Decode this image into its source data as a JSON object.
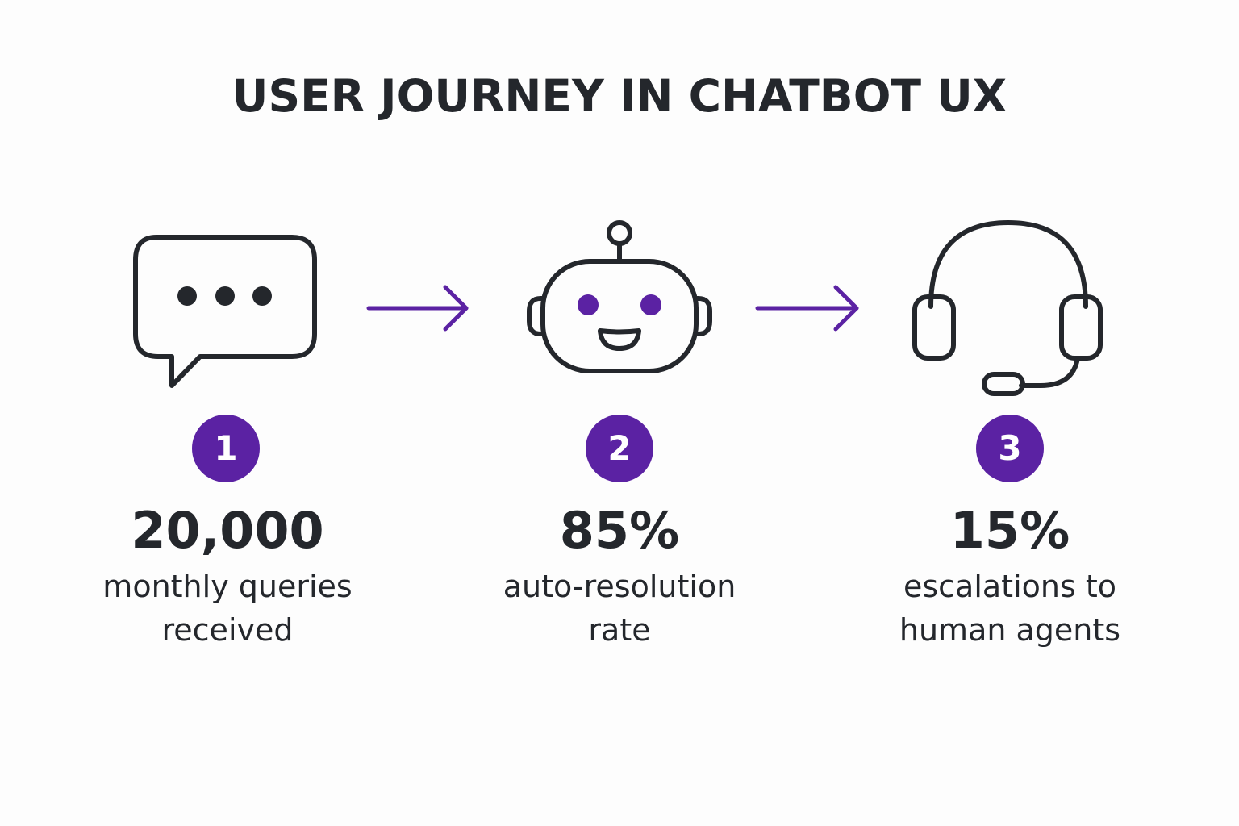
{
  "title": "USER JOURNEY IN CHATBOT UX",
  "accent_color": "#5b22a3",
  "icon_color": "#24272c",
  "steps": [
    {
      "number": "1",
      "value": "20,000",
      "line1": "monthly queries",
      "line2": "received",
      "icon": "chat-bubble-icon"
    },
    {
      "number": "2",
      "value": "85%",
      "line1": "auto-resolution",
      "line2": "rate",
      "icon": "robot-icon"
    },
    {
      "number": "3",
      "value": "15%",
      "line1": "escalations to",
      "line2": "human agents",
      "icon": "headset-icon"
    }
  ],
  "connectors": [
    "arrow-right-icon",
    "arrow-right-icon"
  ]
}
